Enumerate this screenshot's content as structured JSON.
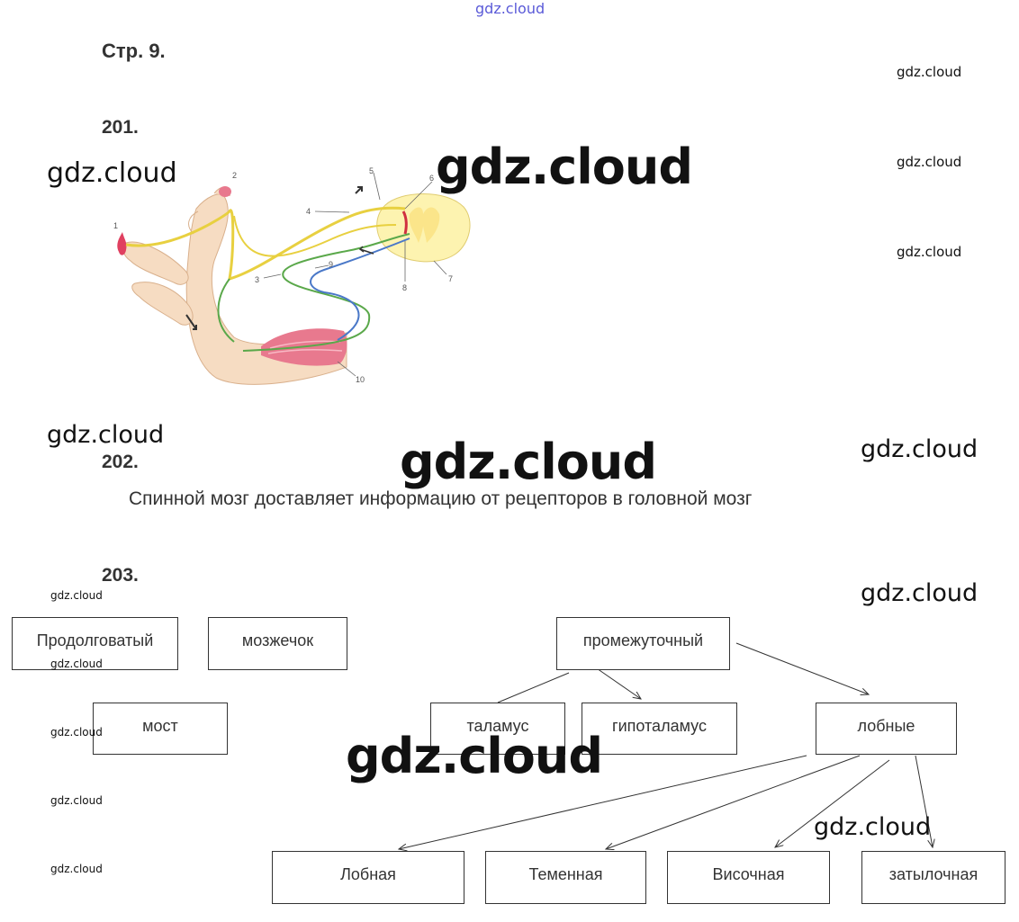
{
  "watermarks": {
    "top": "gdz.cloud",
    "right_1": "gdz.cloud",
    "right_2": "gdz.cloud",
    "right_3": "gdz.cloud",
    "left_figure": "gdz.cloud",
    "center_figure": "gdz.cloud",
    "left_202": "gdz.cloud",
    "center_202": "gdz.cloud",
    "right_202": "gdz.cloud",
    "right_203": "gdz.cloud",
    "left_203_1": "gdz.cloud",
    "left_203_2": "gdz.cloud",
    "left_203_3": "gdz.cloud",
    "left_203_4": "gdz.cloud",
    "left_203_5": "gdz.cloud",
    "center_203": "gdz.cloud",
    "bottom_right": "gdz.cloud"
  },
  "page_label": "Стр. 9.",
  "task_201": {
    "number": "201."
  },
  "figure_labels": [
    "1",
    "2",
    "3",
    "4",
    "5",
    "6",
    "7",
    "8",
    "9",
    "10"
  ],
  "task_202": {
    "number": "202.",
    "answer": "Спинной мозг доставляет информацию от рецепторов в головной мозг"
  },
  "task_203": {
    "number": "203.",
    "boxes": {
      "prodolgovaty": "Продолговатый",
      "mozzhechok": "мозжечок",
      "most": "мост",
      "promezhutochny": "промежуточный",
      "talamus": "таламус",
      "gipotalamus": "гипоталамус",
      "lobnye": "лобные",
      "lobnaya": "Лобная",
      "temennaya": "Теменная",
      "visochnaya": "Височная",
      "zatylochnaya": "затылочная"
    }
  },
  "colors": {
    "skin": "#f6dcc2",
    "muscle": "#e8798e",
    "spinal_cord": "#fdf3b0",
    "nerve_yellow": "#e8d040",
    "nerve_green": "#5aa84a",
    "nerve_blue": "#4a78c8",
    "flame": "#e04060"
  }
}
